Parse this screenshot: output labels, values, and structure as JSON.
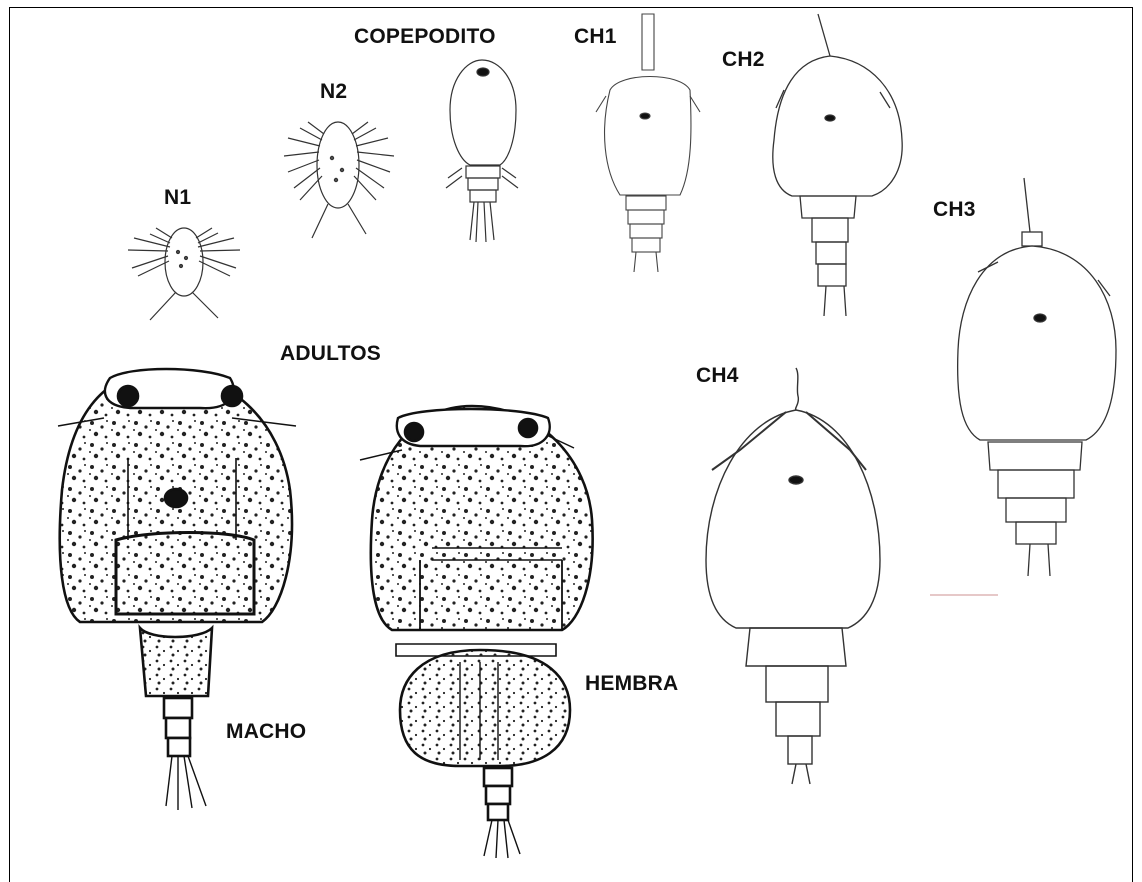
{
  "labels": {
    "n1": "N1",
    "n2": "N2",
    "copepodito": "COPEPODITO",
    "ch1": "CH1",
    "ch2": "CH2",
    "ch3": "CH3",
    "ch4": "CH4",
    "adultos": "ADULTOS",
    "macho": "MACHO",
    "hembra": "HEMBRA"
  }
}
